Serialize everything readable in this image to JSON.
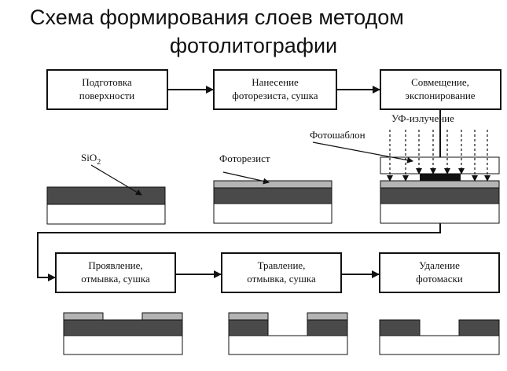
{
  "title": {
    "line1": "Схема формирования слоев методом",
    "line2": "фотолитографии"
  },
  "steps": [
    {
      "line1": "Подготовка",
      "line2": "поверхности"
    },
    {
      "line1": "Нанесение",
      "line2": "фоторезиста, сушка"
    },
    {
      "line1": "Совмещение,",
      "line2": "экспонирование"
    },
    {
      "line1": "Проявление,",
      "line2": "отмывка, сушка"
    },
    {
      "line1": "Травление,",
      "line2": "отмывка, сушка"
    },
    {
      "line1": "Удаление",
      "line2": "фотомаски"
    }
  ],
  "labels": {
    "sio2_main": "SiO",
    "sio2_sub": "2",
    "photoresist": "Фоторезист",
    "photomask": "Фотошаблон",
    "uv": "УФ-излучение"
  },
  "colors": {
    "oxide": "#4a4a4a",
    "resist": "#b4b4b4",
    "substrate": "#ffffff",
    "line": "#111111"
  }
}
